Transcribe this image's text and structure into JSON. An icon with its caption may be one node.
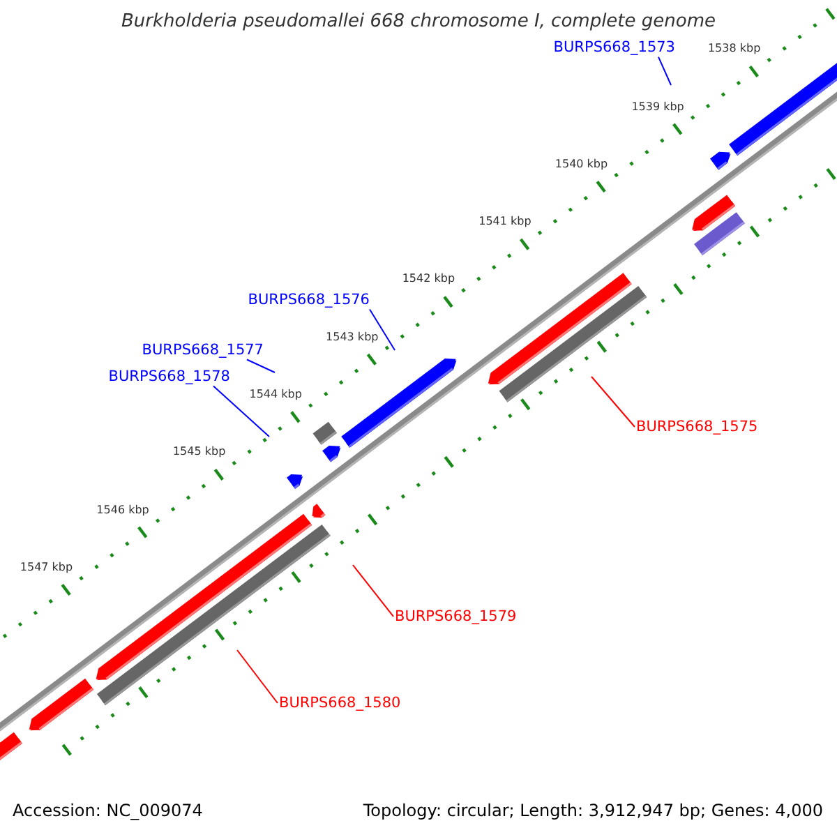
{
  "diagram": {
    "title": "Burkholderia pseudomallei 668 chromosome I, complete genome",
    "nodes": [
      {
        "text": [
          "BURPS668_1573"
        ]
      },
      {
        "text": [
          "BURPS668_1576"
        ]
      },
      {
        "text": [
          "BURPS668_1577"
        ]
      },
      {
        "text": [
          "BURPS668_1578"
        ]
      },
      {
        "text": [
          "BURPS668_1575"
        ]
      },
      {
        "text": [
          "BURPS668_1579"
        ]
      },
      {
        "text": [
          "BURPS668_1580"
        ]
      }
    ],
    "edges": [
      {
        "from": 0,
        "to": null,
        "arrow": "none"
      },
      {
        "from": 1,
        "to": null,
        "arrow": "none"
      },
      {
        "from": 2,
        "to": null,
        "arrow": "none"
      },
      {
        "from": 3,
        "to": null,
        "arrow": "none"
      },
      {
        "from": 4,
        "to": null,
        "arrow": "none",
        "color": "#ff0000"
      },
      {
        "from": 5,
        "to": null,
        "arrow": "none",
        "color": "#ff0000"
      },
      {
        "from": 6,
        "to": null,
        "arrow": "none",
        "color": "#ff0000"
      }
    ],
    "labels": [
      "1538 kbp",
      "1539 kbp",
      "1540 kbp",
      "1541 kbp",
      "1542 kbp",
      "1543 kbp",
      "1544 kbp",
      "1545 kbp",
      "1546 kbp",
      "1547 kbp",
      "Accession: NC_009074",
      "Topology: circular; Length: 3,912,947 bp; Genes: 4,000"
    ]
  }
}
